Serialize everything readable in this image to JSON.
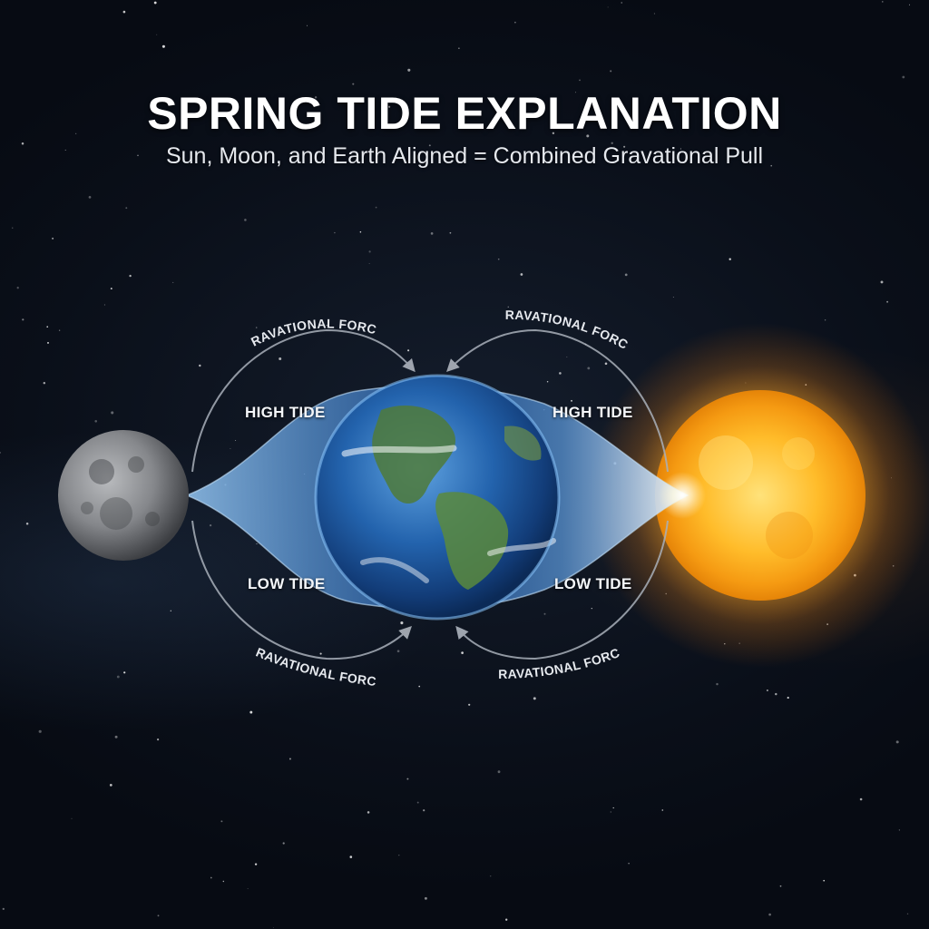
{
  "header": {
    "title": "SPRING TIDE EXPLANATION",
    "subtitle": "Sun, Moon, and Earth Aligned = Combined Gravational Pull"
  },
  "diagram": {
    "force_labels": {
      "top_left": "GRAVATIONAL FORCE",
      "top_right": "GRAVATIONAL FORCE",
      "bottom_left": "GRAVATIONAL FORCE",
      "bottom_right": "GRAVATIONAL FORCE"
    },
    "tide_labels": {
      "high_left": "HIGH TIDE",
      "high_right": "HIGH TIDE",
      "low_left": "LOW TIDE",
      "low_right": "LOW TIDE"
    }
  },
  "colors": {
    "space": "#0a0f1a",
    "sun": "#ffb21e",
    "earth_ocean": "#1f5fa8",
    "moon": "#8d8f92",
    "arrow": "#a9b0ba"
  }
}
